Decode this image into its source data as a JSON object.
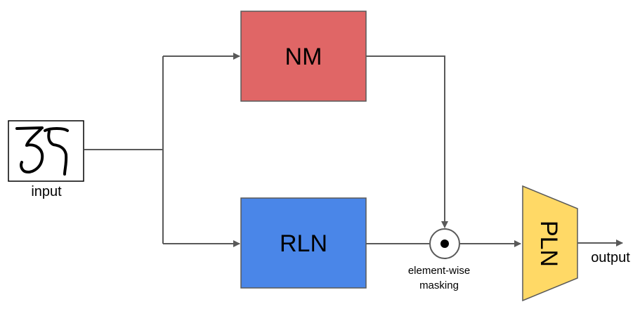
{
  "nodes": {
    "nm": {
      "label": "NM",
      "color": "#e06666"
    },
    "rln": {
      "label": "RLN",
      "color": "#4a86e8"
    },
    "pln": {
      "label": "PLN",
      "color": "#ffd966"
    }
  },
  "labels": {
    "input": "input",
    "output": "output",
    "masking_line1": "element-wise",
    "masking_line2": "masking"
  },
  "input_image": {
    "content": "handwritten digits"
  },
  "colors": {
    "edge": "#595959",
    "border": "#595959"
  }
}
